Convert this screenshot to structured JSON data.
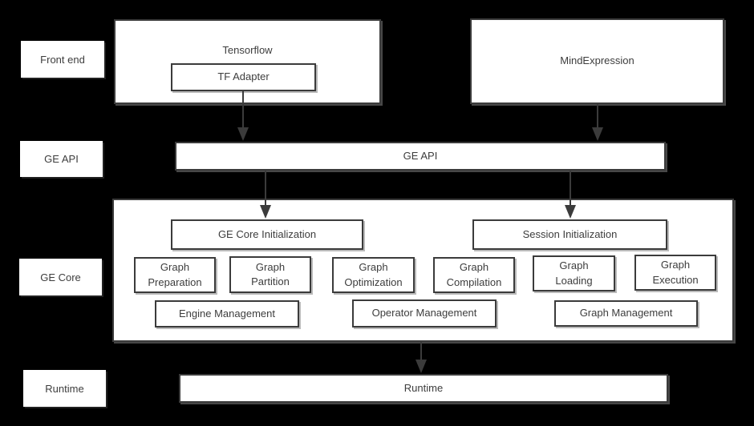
{
  "diagram": {
    "side_labels": {
      "front_end": "Front end",
      "ge_api": "GE API",
      "ge_core": "GE Core",
      "runtime": "Runtime"
    },
    "front_end_row": {
      "tensorflow": "Tensorflow",
      "tf_adapter": "TF Adapter",
      "mind_expression": "MindExpression"
    },
    "ge_api_bar": {
      "label": "GE API"
    },
    "ge_core_box": {
      "init_boxes": [
        {
          "label": "GE Core Initialization"
        },
        {
          "label": "Session Initialization"
        }
      ],
      "modules": [
        {
          "line1": "Graph",
          "line2": "Preparation"
        },
        {
          "line1": "Graph",
          "line2": "Partition"
        },
        {
          "line1": "Graph",
          "line2": "Optimization"
        },
        {
          "line1": "Graph",
          "line2": "Compilation"
        },
        {
          "line1": "Graph",
          "line2": "Loading"
        },
        {
          "line1": "Graph",
          "line2": "Execution"
        }
      ],
      "management": [
        {
          "label": "Engine Management"
        },
        {
          "label": "Operator Management"
        },
        {
          "label": "Graph Management"
        }
      ]
    },
    "runtime_bar": {
      "label": "Runtime"
    }
  },
  "colors": {
    "background": "#000000",
    "box_fill": "#ffffff",
    "box_border": "#3b3b3b",
    "text": "#3d3d3d",
    "arrow": "#3b3b3b"
  }
}
